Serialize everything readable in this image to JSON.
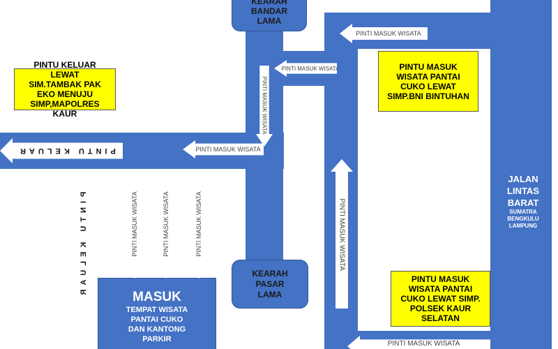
{
  "colors": {
    "road": "#4472c4",
    "note": "#ffff00"
  },
  "destinations": {
    "bandar_lama": [
      "KEARAH",
      "BANDAR",
      "LAMA"
    ],
    "pasar_lama": [
      "KEARAH",
      "PASAR",
      "LAMA"
    ],
    "jalan": {
      "title": [
        "JALAN",
        "LINTAS",
        "BARAT"
      ],
      "sub": [
        "SUMATRA",
        "BENGKULU",
        "LAMPUNG"
      ]
    },
    "masuk": {
      "title": "MASUK",
      "sub": [
        "TEMPAT WISATA",
        "PANTAI CUKO",
        "DAN KANTONG",
        "PARKIR"
      ]
    }
  },
  "notes": {
    "exit_left": "PINTU KELUAR LEWAT SIM.TAMBAK PAK EKO MENUJU SIMP,MAPOLRES KAUR",
    "entry_bni": "PINTU MASUK WISATA PANTAI CUKO LEWAT SIMP.BNI BINTUHAN",
    "entry_polsek": "PINTU MASUK WISATA PANTAI CUKO LEWAT SIMP. POLSEK KAUR SELATAN"
  },
  "arrows": {
    "entry": "PINTI MASUK WISATA",
    "exit": "PINTU KELUAR"
  }
}
